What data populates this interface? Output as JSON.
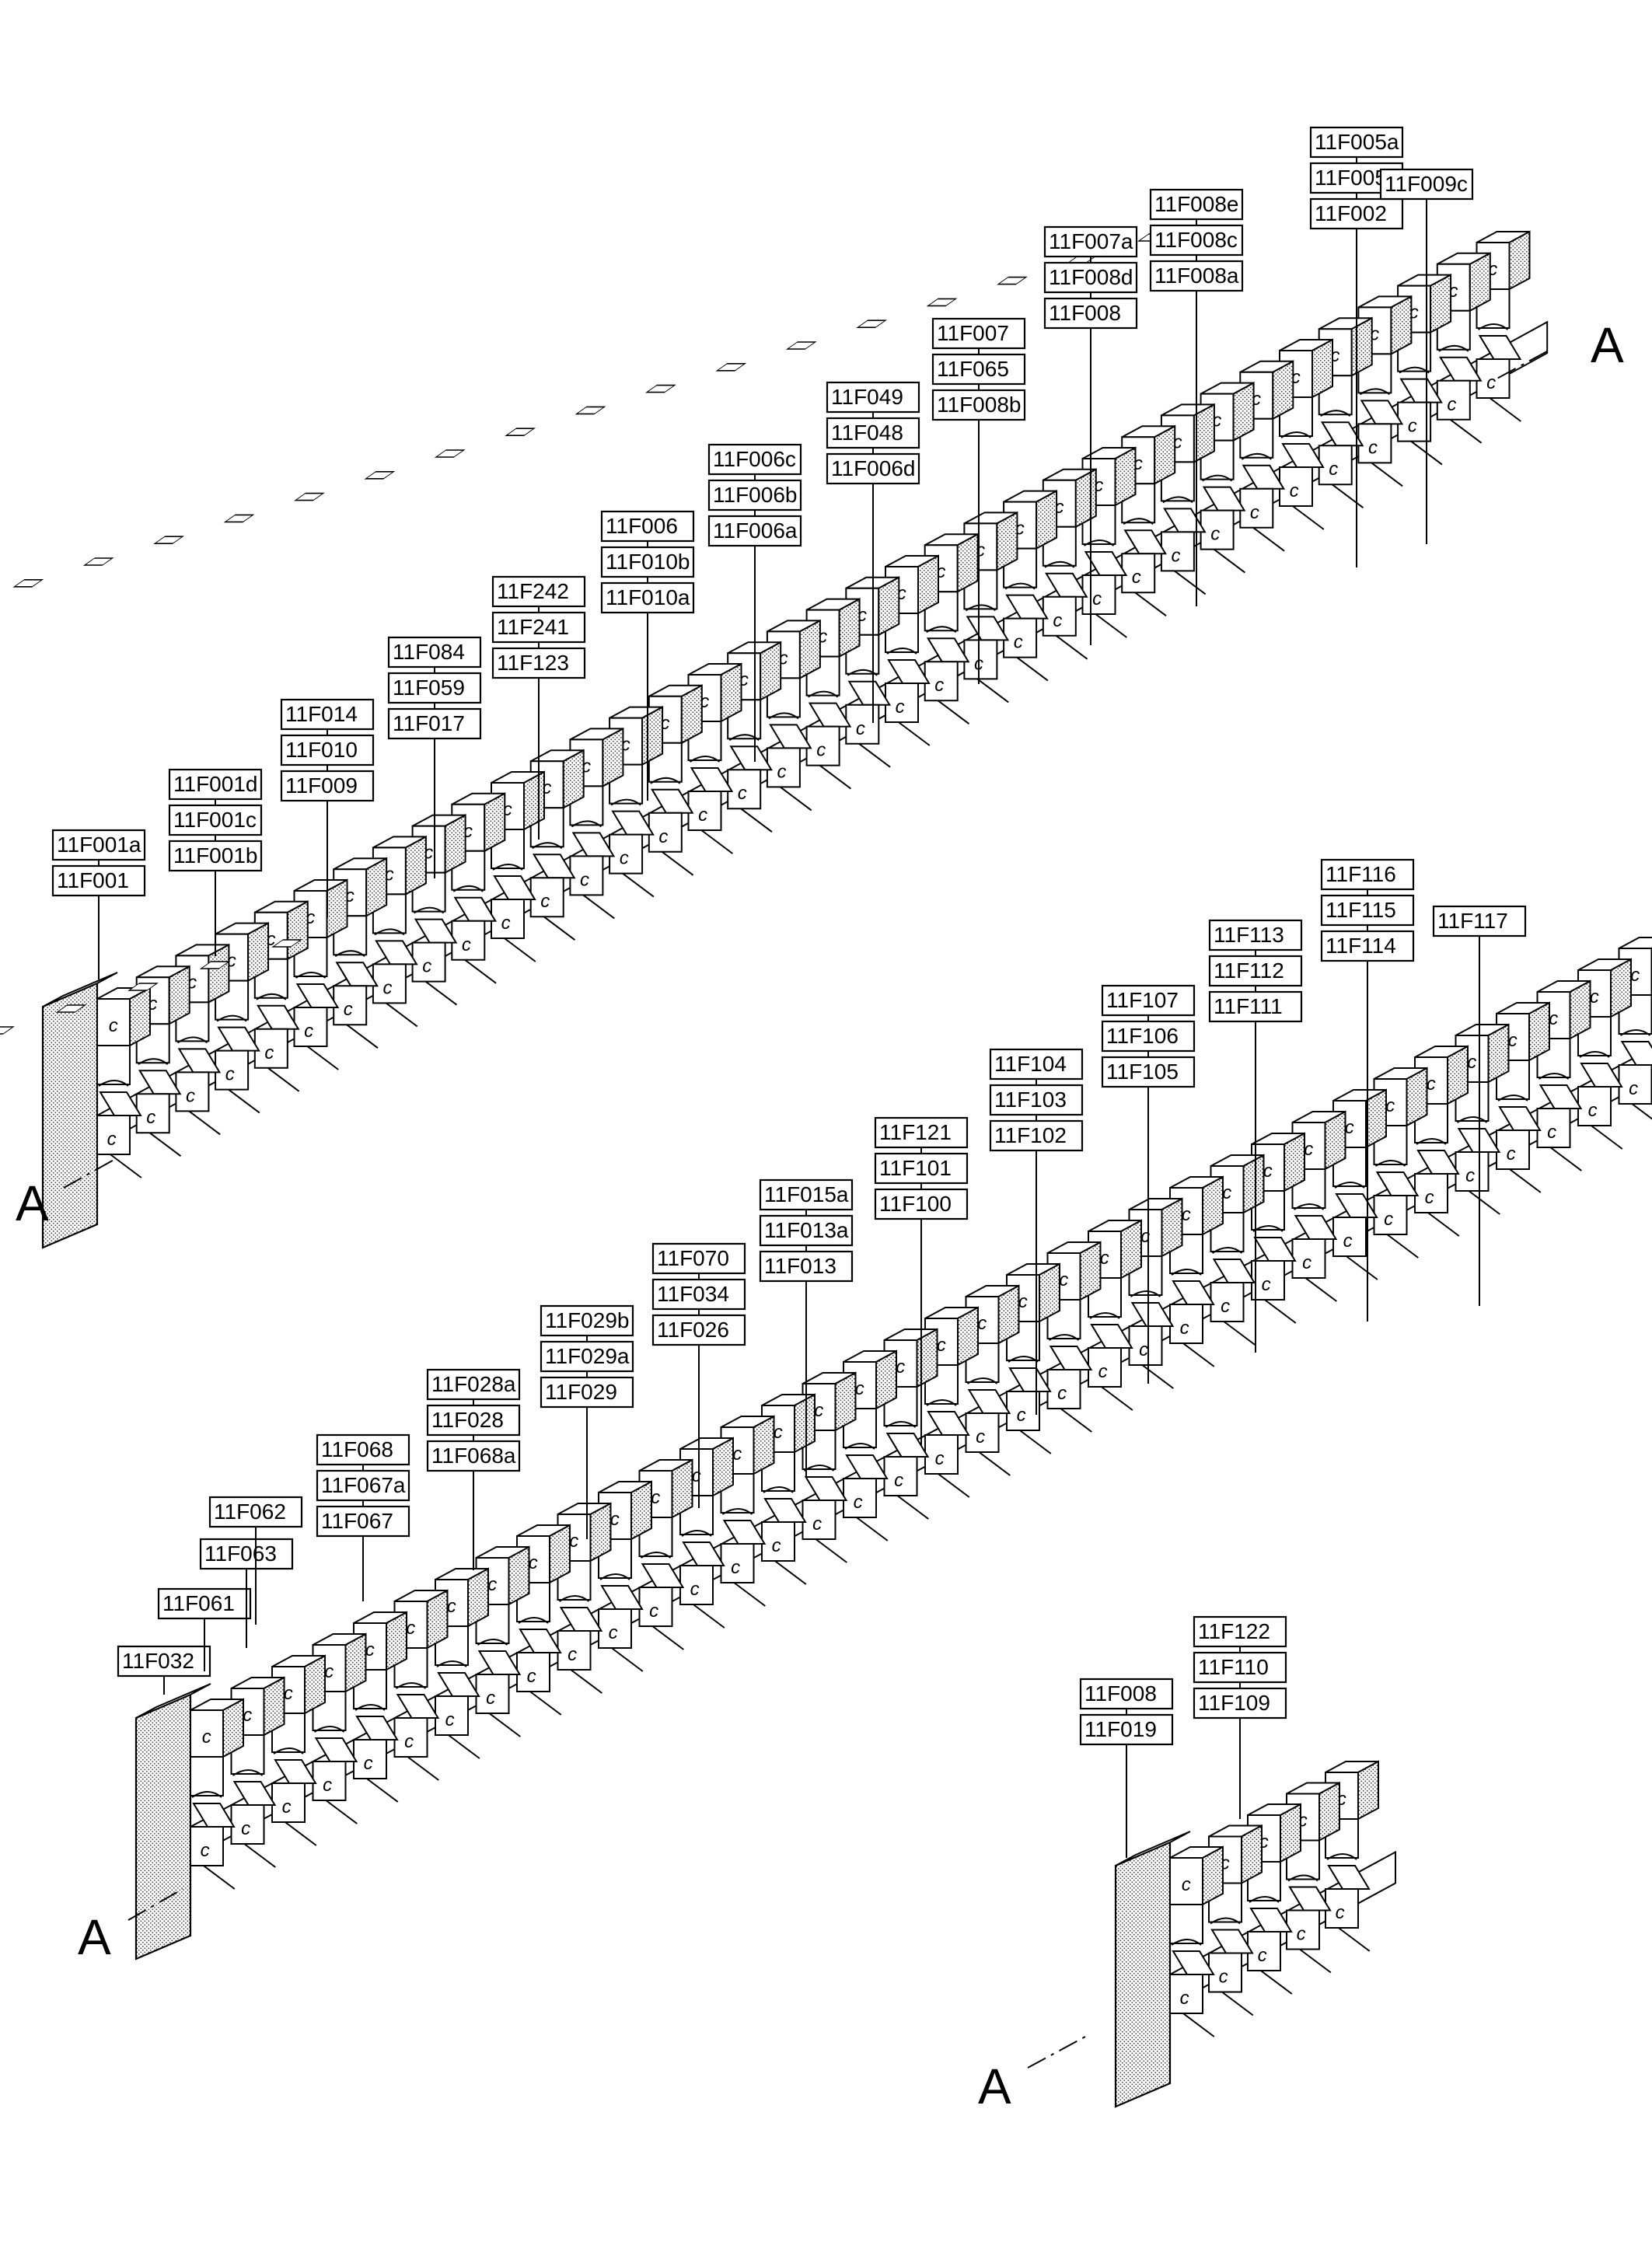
{
  "section_marker": "A",
  "rows": [
    {
      "id": "row1",
      "labels": [
        [
          "11F001a",
          "11F001"
        ],
        [
          "11F001d",
          "11F001c",
          "11F001b"
        ],
        [
          "11F014",
          "11F010",
          "11F009"
        ],
        [
          "11F084",
          "11F059",
          "11F017"
        ],
        [
          "11F242",
          "11F241",
          "11F123"
        ],
        [
          "11F006",
          "11F010b",
          "11F010a"
        ],
        [
          "11F006c",
          "11F006b",
          "11F006a"
        ],
        [
          "11F049",
          "11F048",
          "11F006d"
        ],
        [
          "11F007",
          "11F065",
          "11F008b"
        ],
        [
          "11F007a",
          "11F008d",
          "11F008"
        ],
        [
          "11F008e",
          "11F008c",
          "11F008a"
        ],
        [
          "11F005a",
          "11F005",
          "11F002"
        ],
        [
          "11F009c"
        ]
      ]
    },
    {
      "id": "row2",
      "labels": [
        [
          "11F032"
        ],
        [
          "11F061"
        ],
        [
          "11F063"
        ],
        [
          "11F062"
        ],
        [
          "11F068",
          "11F067a",
          "11F067"
        ],
        [
          "11F028a",
          "11F028",
          "11F068a"
        ],
        [
          "11F029b",
          "11F029a",
          "11F029"
        ],
        [
          "11F070",
          "11F034",
          "11F026"
        ],
        [
          "11F015a",
          "11F013a",
          "11F013"
        ],
        [
          "11F121",
          "11F101",
          "11F100"
        ],
        [
          "11F104",
          "11F103",
          "11F102"
        ],
        [
          "11F107",
          "11F106",
          "11F105"
        ],
        [
          "11F113",
          "11F112",
          "11F111"
        ],
        [
          "11F116",
          "11F115",
          "11F114"
        ],
        [
          "11F117"
        ]
      ]
    },
    {
      "id": "row3",
      "labels": [
        [
          "11F008",
          "11F019"
        ],
        [
          "11F122",
          "11F110",
          "11F109"
        ]
      ]
    }
  ]
}
